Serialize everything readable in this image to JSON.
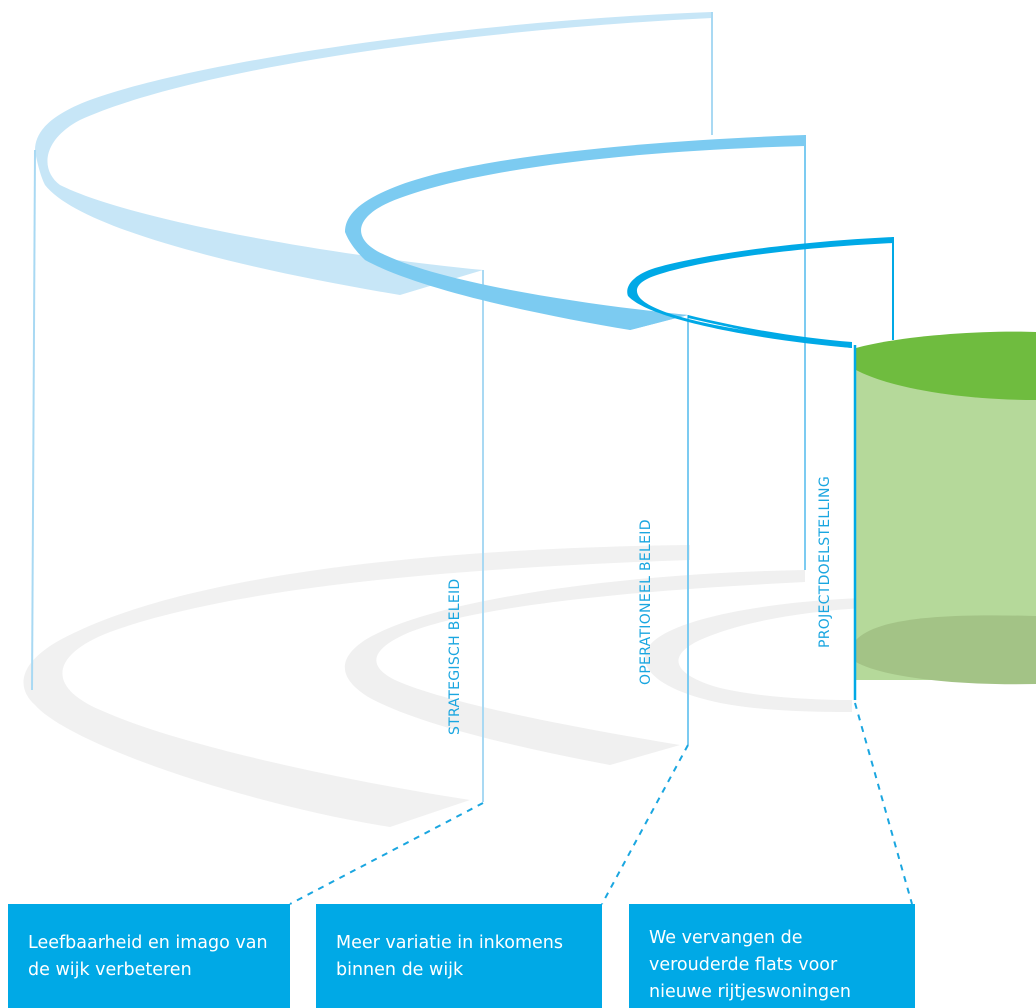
{
  "levels": [
    {
      "label": "STRATEGISCH BELEID",
      "description": [
        "Leefbaarheid en imago van",
        "de wijk verbeteren"
      ],
      "color": "#c7e6f7"
    },
    {
      "label": "OPERATIONEEL BELEID",
      "description": [
        "Meer variatie in inkomens",
        "binnen de wijk"
      ],
      "color": "#7ccbf1"
    },
    {
      "label": "PROJECTDOELSTELLING",
      "description": [
        "We vervangen de",
        "verouderde flats voor",
        "nieuwe rijtjeswoningen"
      ],
      "color": "#00a9e6"
    }
  ],
  "colors": {
    "box_fill": "#00a9e6",
    "box_text": "#ffffff",
    "shadow": "#f0f0f0",
    "cylinder_top": "#6fbc3f",
    "cylinder_body": "#b5d99a",
    "cylinder_bottom": "#a3c386"
  }
}
